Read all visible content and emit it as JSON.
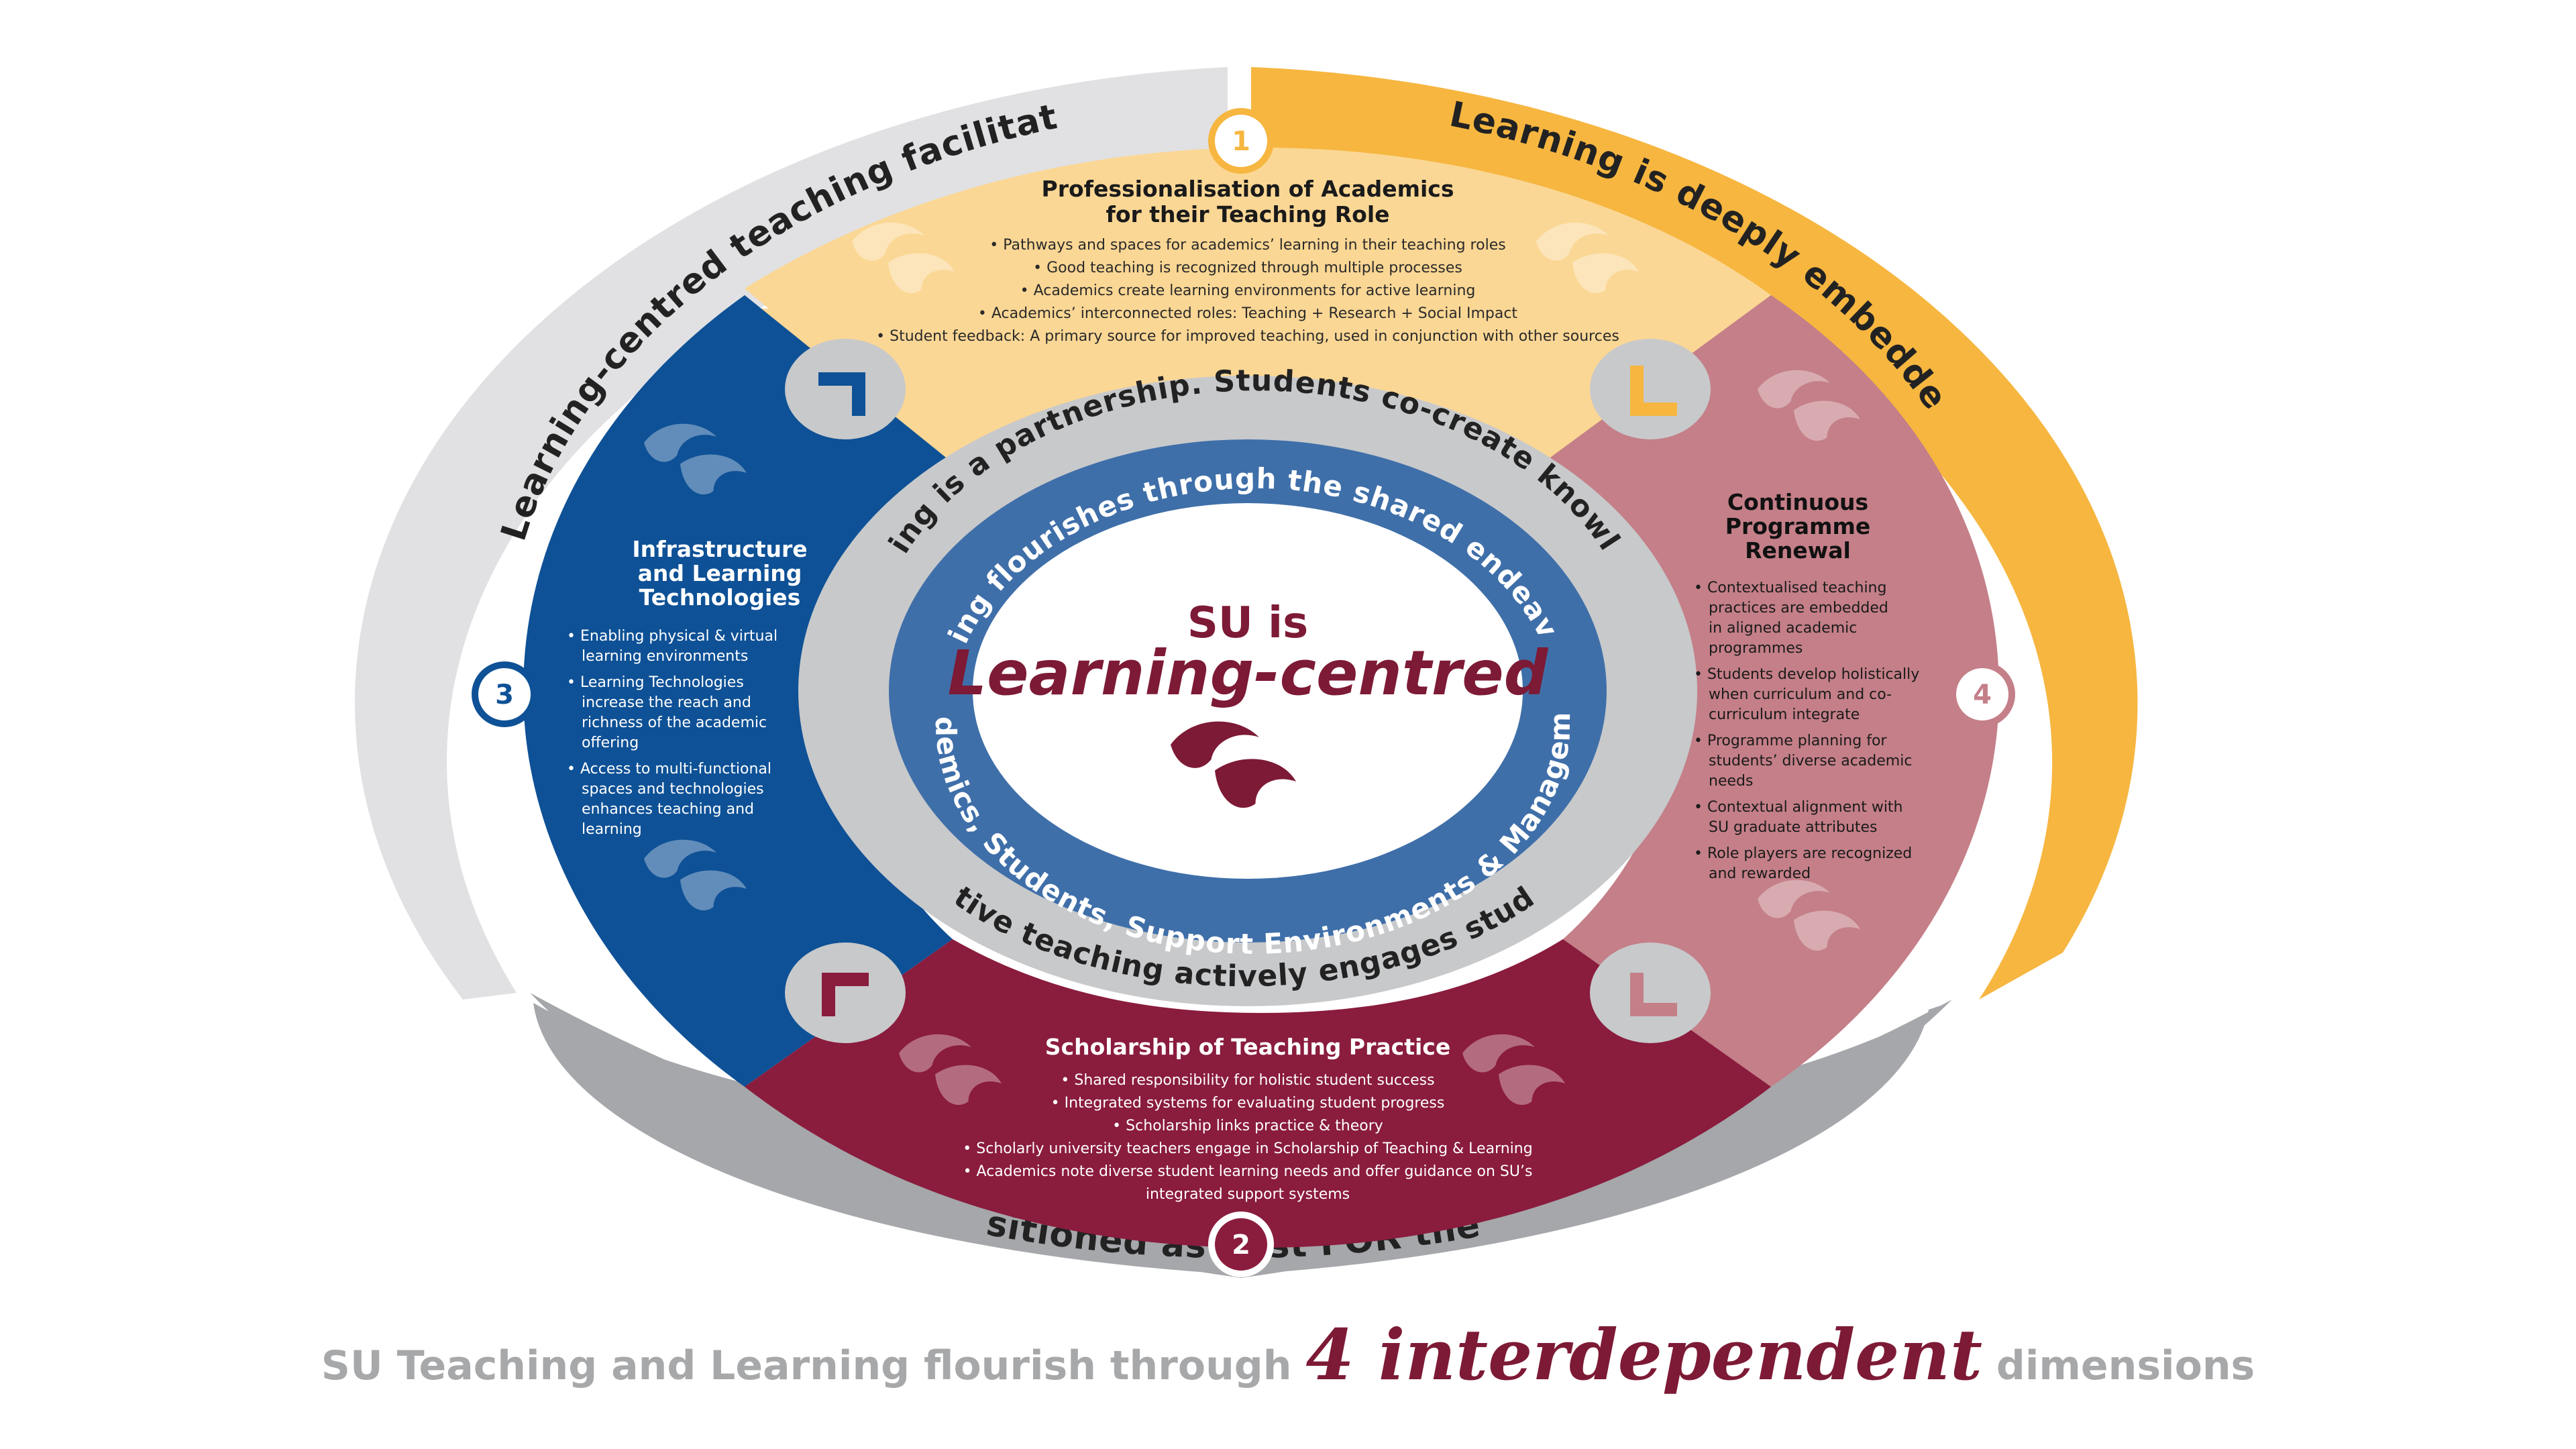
{
  "colors": {
    "gold": "#f6b640",
    "gold_light": "#fbd795",
    "blue": "#0e5196",
    "blue_mid": "#3f6fa9",
    "maroon": "#8a1c3d",
    "mauve": "#c47f88",
    "grey_light": "#e1e1e3",
    "grey_mid": "#a5a7aa",
    "grey_ring": "#c8c9cb",
    "center_text": "#7d1a35"
  },
  "outer_ring": {
    "top_left": "Learning-centred teaching facilitates knowledge-building",
    "top_right": "Learning is deeply embedded in contexts",
    "bottom": "SU positioned as best FOR the world"
  },
  "middle_ring": {
    "top": "Learning is a partnership. Students co-create knowledge.",
    "bottom": "Effective teaching actively engages students."
  },
  "inner_ring": {
    "top": "Learning flourishes through the shared endeavour of",
    "bottom": "Academics, Students, Support Environments & Management"
  },
  "center": {
    "line1": "SU is",
    "line2": "Learning-centred",
    "logo_icon": "leaf-logo-icon"
  },
  "dimensions": {
    "d1": {
      "number": "1",
      "title": [
        "Professionalisation of Academics",
        "for their Teaching Role"
      ],
      "bullets": [
        "• Pathways and spaces for academics’ learning in their teaching roles",
        "• Good teaching is recognized through multiple processes",
        "• Academics create learning environments for active learning",
        "• Academics’ interconnected roles: Teaching + Research + Social Impact",
        "• Student feedback: A primary source for improved teaching, used in conjunction with other sources"
      ]
    },
    "d2": {
      "number": "2",
      "title": [
        "Scholarship of Teaching Practice"
      ],
      "bullets": [
        "• Shared responsibility for holistic student success",
        "• Integrated systems for evaluating student progress",
        "• Scholarship links practice & theory",
        "• Scholarly university teachers engage in Scholarship of Teaching & Learning",
        "• Academics note diverse student learning needs and offer guidance on SU’s",
        "integrated support systems"
      ]
    },
    "d3": {
      "number": "3",
      "title": [
        "Infrastructure",
        "and Learning",
        "Technologies"
      ],
      "bullets": [
        "• Enabling physical & virtual",
        "learning environments",
        "• Learning Technologies",
        "increase the reach and",
        "richness of the academic",
        "offering",
        "• Access to multi-functional",
        "spaces and technologies",
        "enhances teaching and",
        "learning"
      ]
    },
    "d4": {
      "number": "4",
      "title": [
        "Continuous",
        "Programme",
        "Renewal"
      ],
      "bullets": [
        "• Contextualised teaching",
        "practices are embedded",
        "in aligned academic",
        "programmes",
        "• Students develop holistically",
        "when curriculum and co-",
        "curriculum integrate",
        "• Programme planning for",
        "students’ diverse academic",
        "needs",
        "• Contextual alignment with",
        "SU graduate attributes",
        "• Role players are recognized",
        "and rewarded"
      ]
    }
  },
  "footer": {
    "part1": "SU Teaching and Learning flourish through ",
    "part2": "4 interdependent",
    "part3": " dimensions"
  }
}
